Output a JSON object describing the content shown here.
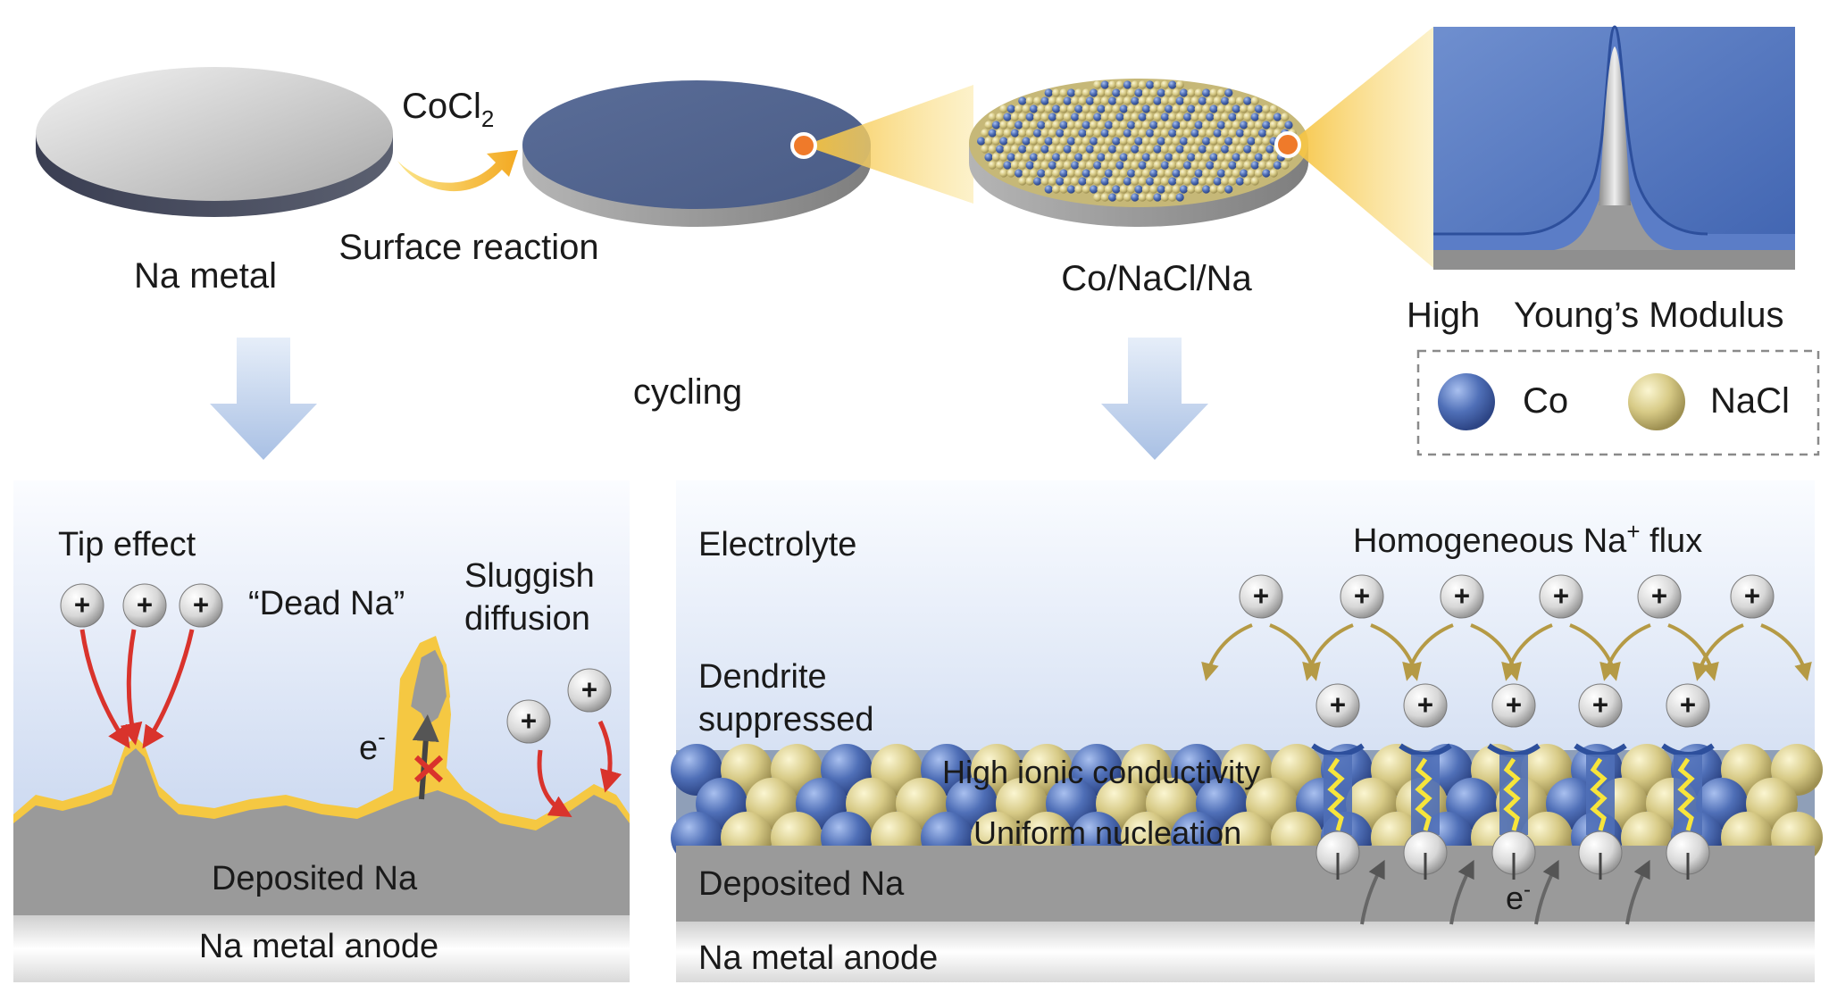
{
  "top": {
    "na_metal": "Na metal",
    "reagent_main": "CoCl",
    "reagent_sub": "2",
    "surface_reaction": "Surface reaction",
    "coated": "Co/NaCl/Na",
    "modulus_high": "High",
    "modulus_label": "Young’s Modulus",
    "cycling": "cycling"
  },
  "legend": {
    "co": "Co",
    "nacl": "NaCl"
  },
  "left_panel": {
    "tip_effect": "Tip effect",
    "dead_na": "“Dead Na”",
    "sluggish_1": "Sluggish",
    "sluggish_2": "diffusion",
    "electron": "e",
    "electron_sup": "-",
    "deposited": "Deposited Na",
    "anode": "Na metal anode",
    "plus": "+"
  },
  "right_panel": {
    "electrolyte": "Electrolyte",
    "flux_main": "Homogeneous Na",
    "flux_sup": "+",
    "flux_end": " flux",
    "dendrite_1": "Dendrite",
    "dendrite_2": "suppressed",
    "ionic": "High ionic conductivity",
    "nucleation": "Uniform nucleation",
    "deposited": "Deposited Na",
    "anode": "Na metal anode",
    "electron": "e",
    "electron_sup": "-",
    "plus": "+"
  },
  "colors": {
    "co": "#4f6fb7",
    "nacl": "#c9bb7a",
    "deposit": "#9a9a9a",
    "sei": "#f5c842",
    "arrow_red": "#d9332c",
    "down_arrow": "#b9cbe8"
  }
}
